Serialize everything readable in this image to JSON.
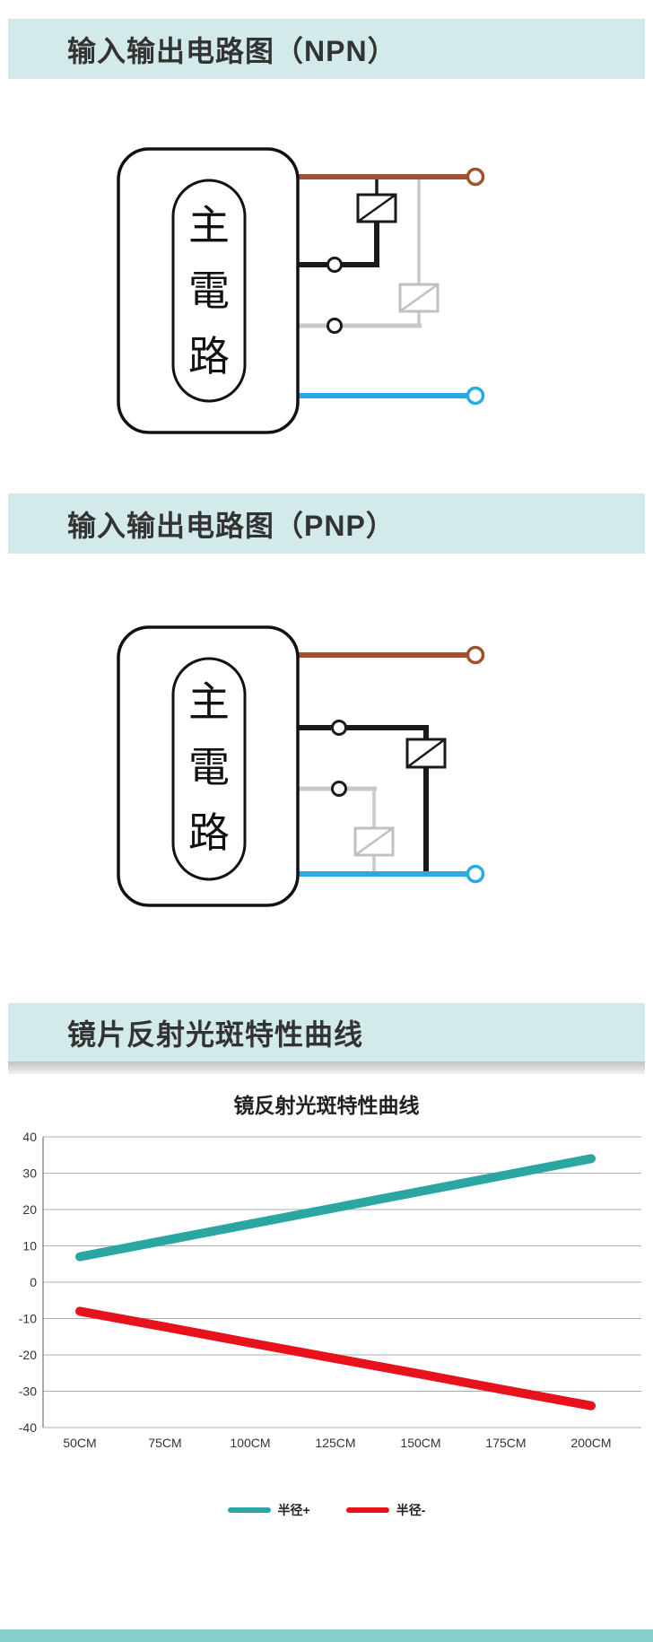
{
  "palette": {
    "header_bg": "#d2ebea",
    "footer_bar": "#84cfc9",
    "wire_brown": "#a0522d",
    "wire_blue": "#29abe2",
    "wire_black": "#1a1a1a",
    "wire_gray": "#c8c8c8"
  },
  "sections": {
    "npn": {
      "title": "输入输出电路图（NPN）",
      "main_circuit_label": "主電路"
    },
    "pnp": {
      "title": "输入输出电路图（PNP）",
      "main_circuit_label": "主電路"
    },
    "curve": {
      "title": "镜片反射光斑特性曲线"
    }
  },
  "chart_data": {
    "type": "line",
    "title": "镜反射光斑特性曲线",
    "categories": [
      "50CM",
      "75CM",
      "100CM",
      "125CM",
      "150CM",
      "175CM",
      "200CM"
    ],
    "series": [
      {
        "name": "半径+",
        "color": "#2aa7a2",
        "values": [
          7,
          11.5,
          16,
          20.5,
          25,
          29.5,
          34
        ]
      },
      {
        "name": "半径-",
        "color": "#e8121c",
        "values": [
          -8,
          -12.3,
          -16.7,
          -21,
          -25.3,
          -29.7,
          -34
        ]
      }
    ],
    "ylim": [
      -40,
      40
    ],
    "ytick_step": 10,
    "grid": true,
    "legend_position": "bottom"
  }
}
